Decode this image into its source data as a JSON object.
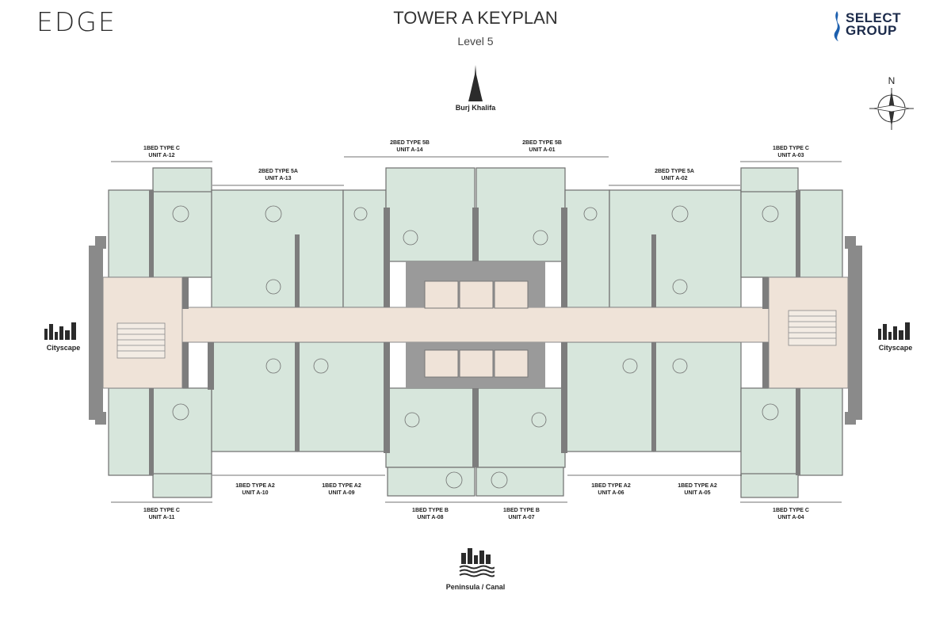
{
  "header": {
    "brand_left": "EDGE",
    "title": "TOWER A KEYPLAN",
    "level": "Level 5",
    "brand_right_line1": "SELECT",
    "brand_right_line2": "GROUP"
  },
  "compass": {
    "north": "N"
  },
  "views": {
    "top": "Burj Khalifa",
    "left": "Cityscape",
    "right": "Cityscape",
    "bottom": "Peninsula / Canal"
  },
  "units_top": [
    {
      "type": "1BED TYPE C",
      "unit": "UNIT A-12"
    },
    {
      "type": "2BED TYPE 5A",
      "unit": "UNIT A-13"
    },
    {
      "type": "2BED TYPE 5B",
      "unit": "UNIT A-14"
    },
    {
      "type": "2BED TYPE 5B",
      "unit": "UNIT A-01"
    },
    {
      "type": "2BED TYPE 5A",
      "unit": "UNIT A-02"
    },
    {
      "type": "1BED TYPE C",
      "unit": "UNIT A-03"
    }
  ],
  "units_bottom": [
    {
      "type": "1BED TYPE C",
      "unit": "UNIT A-11"
    },
    {
      "type": "1BED TYPE A2",
      "unit": "UNIT A-10"
    },
    {
      "type": "1BED TYPE A2",
      "unit": "UNIT A-09"
    },
    {
      "type": "1BED TYPE B",
      "unit": "UNIT A-08"
    },
    {
      "type": "1BED TYPE B",
      "unit": "UNIT A-07"
    },
    {
      "type": "1BED TYPE A2",
      "unit": "UNIT A-06"
    },
    {
      "type": "1BED TYPE A2",
      "unit": "UNIT A-05"
    },
    {
      "type": "1BED TYPE C",
      "unit": "UNIT A-04"
    }
  ],
  "colors": {
    "unit_fill": "#d7e6dc",
    "corridor_fill": "#efe3d8",
    "wall": "#7a7a7a",
    "core": "#9a9a9a"
  }
}
